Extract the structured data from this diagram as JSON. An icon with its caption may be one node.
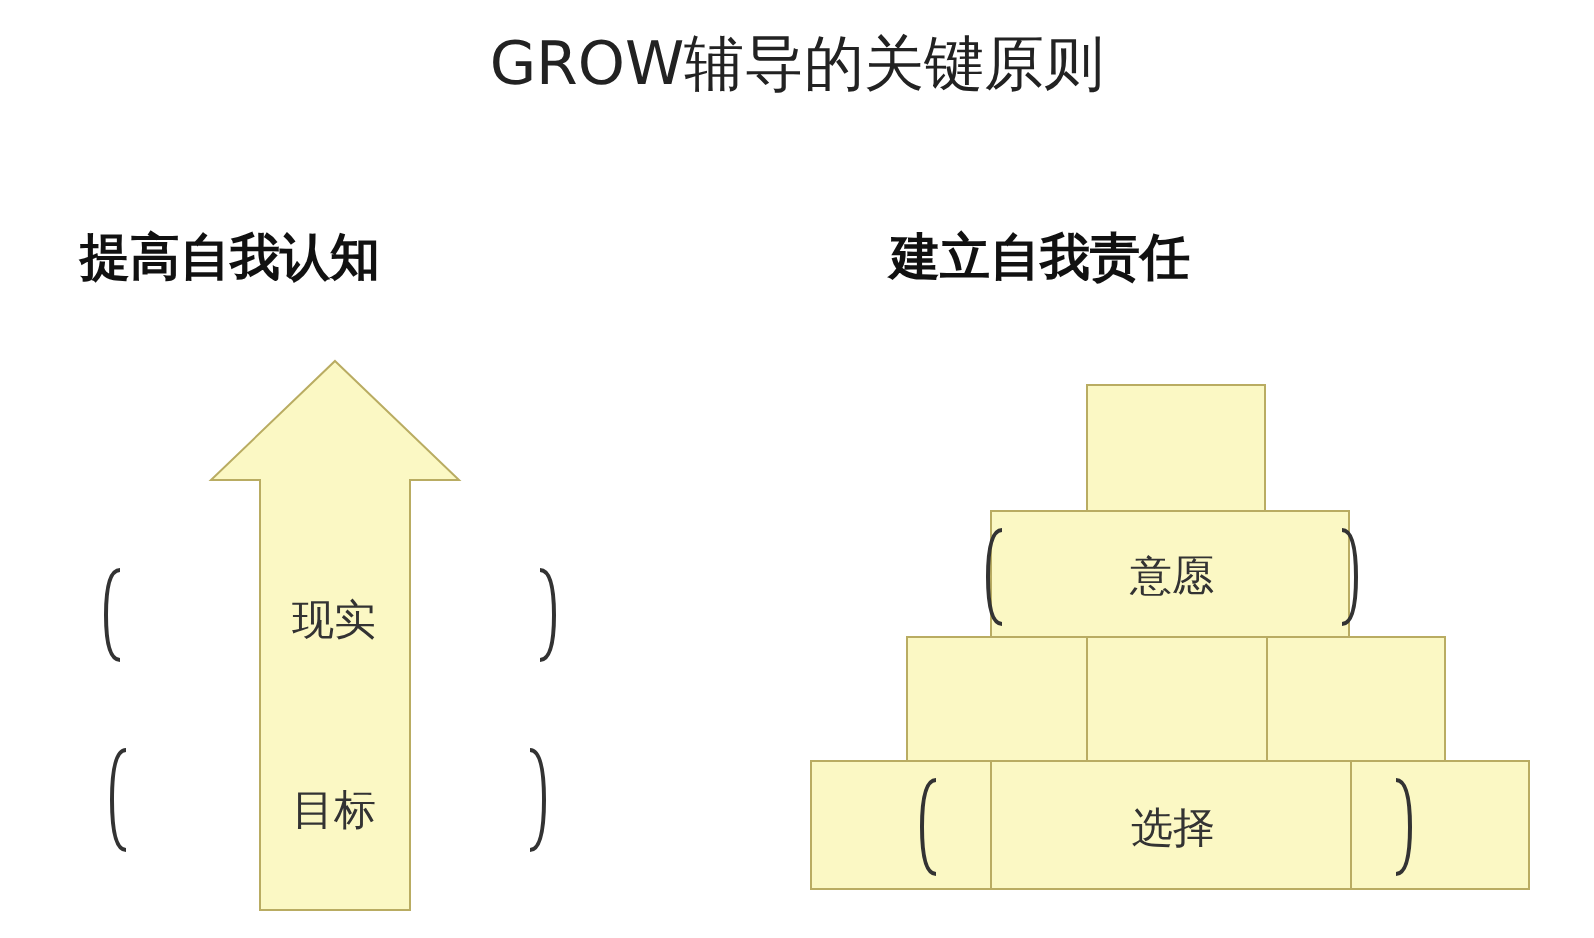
{
  "diagram": {
    "title": "GROW辅导的关键原则",
    "nodes": [
      {
        "text": [
          "现实",
          "目标"
        ]
      },
      {
        "text": [],
        "shape": "box"
      },
      {
        "text": [
          "意愿"
        ]
      },
      {
        "text": [],
        "shape": "box"
      },
      {
        "text": [],
        "shape": "box"
      },
      {
        "text": [],
        "shape": "box"
      },
      {
        "text": [],
        "shape": "box"
      },
      {
        "text": [
          "选择"
        ]
      },
      {
        "text": [],
        "shape": "box"
      }
    ],
    "edges": [],
    "labels": [
      "提高自我认知",
      "建立自我责任"
    ]
  }
}
